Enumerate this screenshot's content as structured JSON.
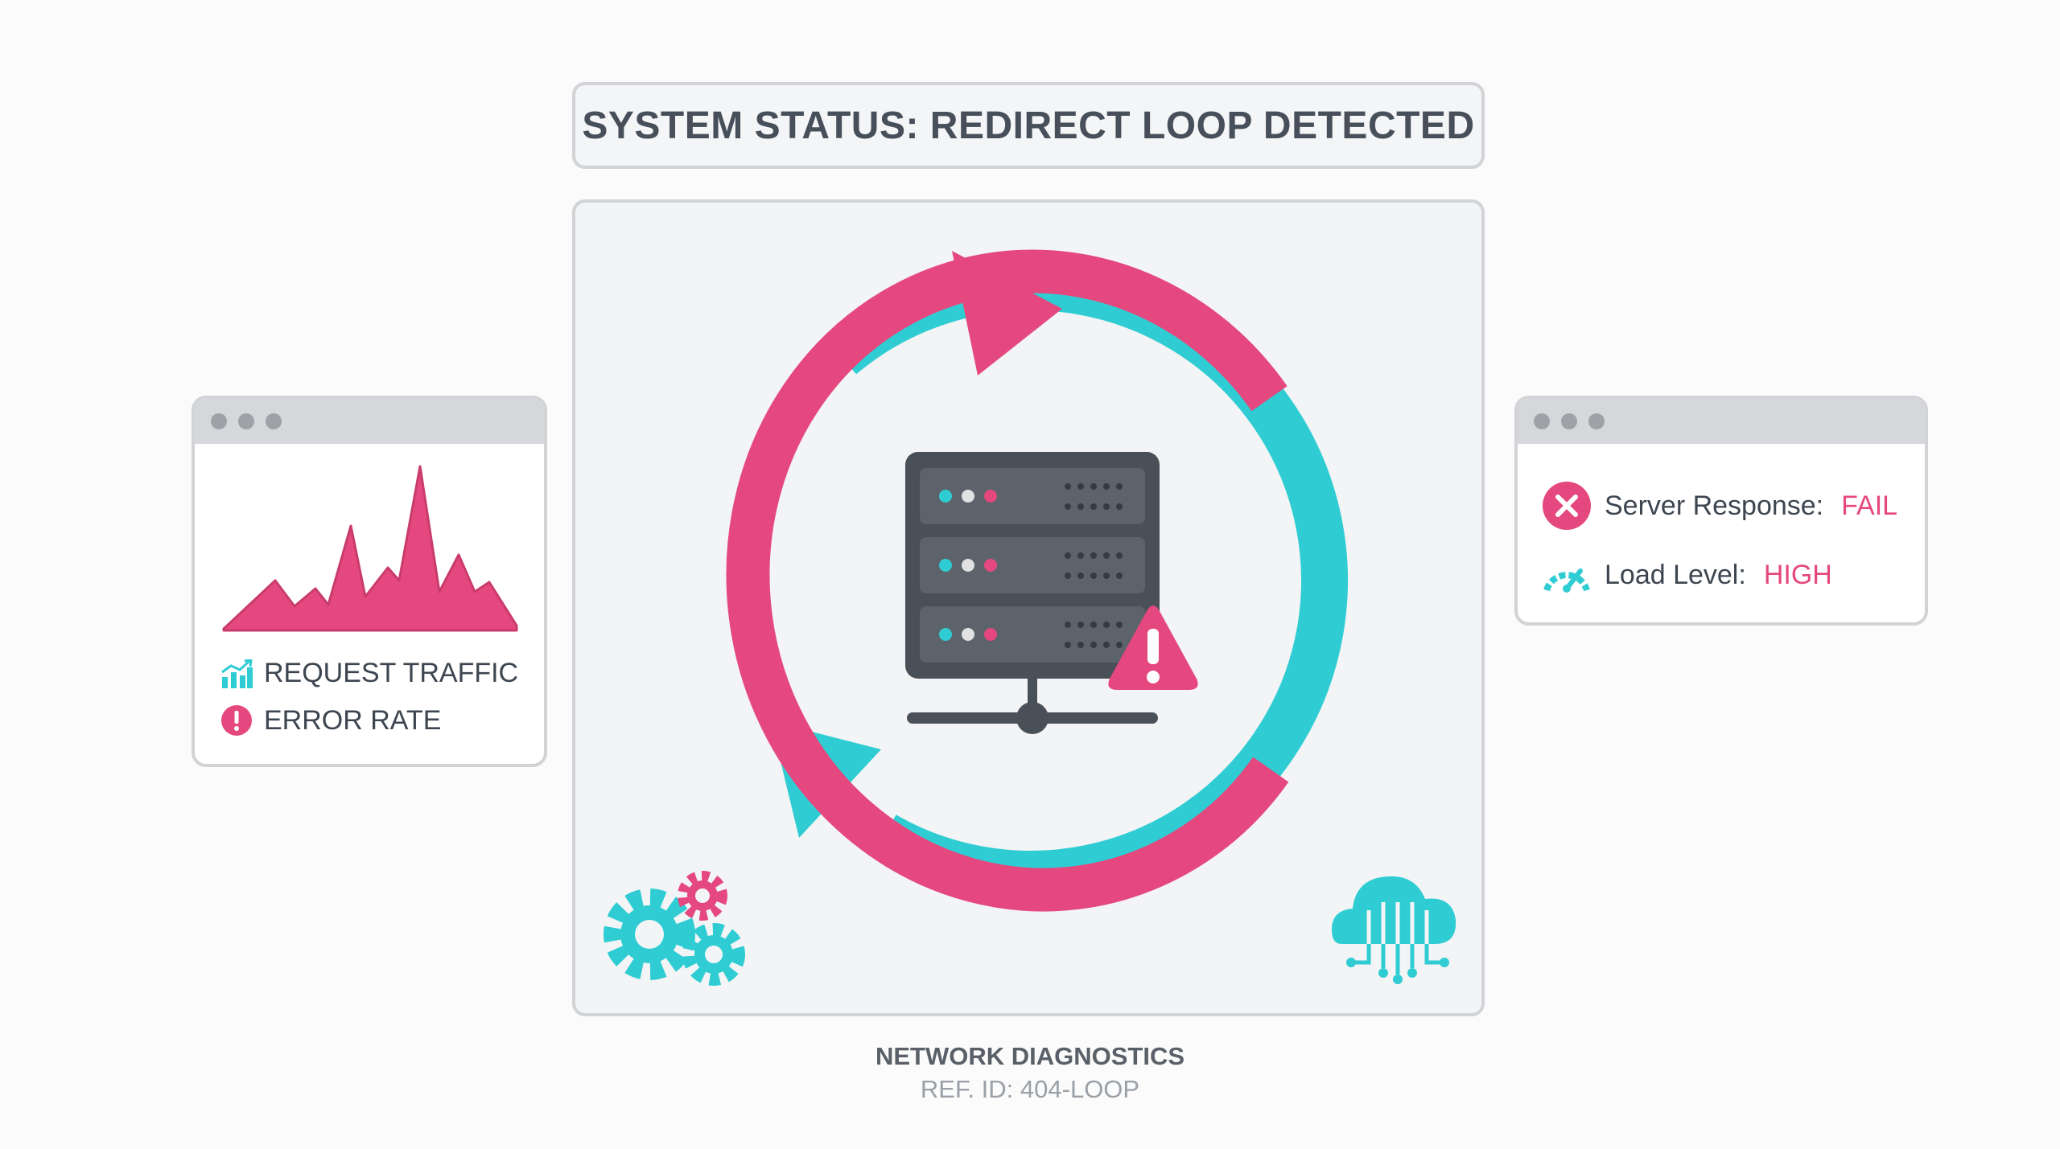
{
  "header": {
    "title": "SYSTEM STATUS: REDIRECT LOOP DETECTED"
  },
  "traffic_panel": {
    "legend": [
      {
        "icon": "bar-chart-icon",
        "label": "REQUEST TRAFFIC"
      },
      {
        "icon": "exclamation-icon",
        "label": "ERROR RATE"
      }
    ]
  },
  "status_panel": {
    "rows": [
      {
        "icon": "x-circle-icon",
        "label": "Server Response:",
        "value": "FAIL"
      },
      {
        "icon": "gauge-icon",
        "label": "Load Level:",
        "value": "HIGH"
      }
    ]
  },
  "footer": {
    "title": "NETWORK DIAGNOSTICS",
    "ref": "REF. ID: 404-LOOP"
  },
  "colors": {
    "pink": "#e4487e",
    "teal": "#2fcdd3",
    "server": "#4a5058",
    "border": "#d1d3d6"
  }
}
